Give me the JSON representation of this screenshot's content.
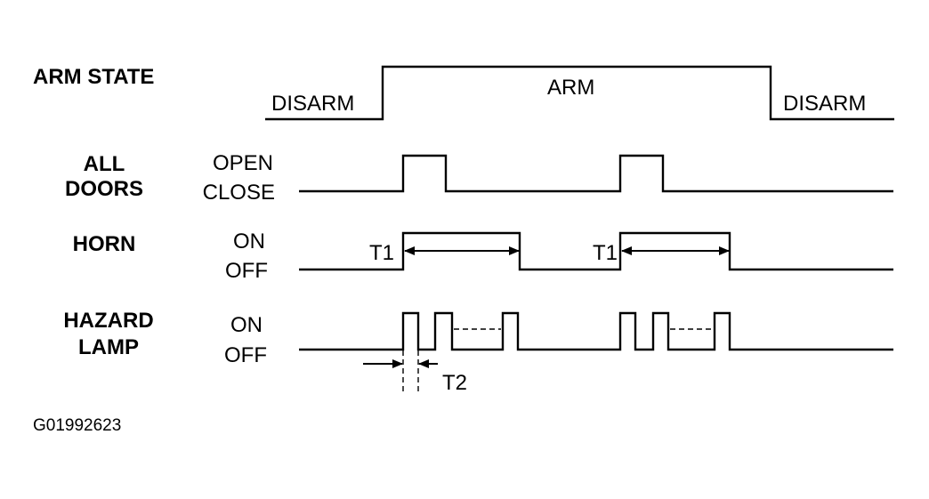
{
  "signals": {
    "arm_state": {
      "label": "ARM STATE",
      "left_state": "DISARM",
      "middle_state": "ARM",
      "right_state": "DISARM"
    },
    "all_doors": {
      "label_line1": "ALL",
      "label_line2": "DOORS",
      "high": "OPEN",
      "low": "CLOSE"
    },
    "horn": {
      "label": "HORN",
      "high": "ON",
      "low": "OFF",
      "interval_1": "T1",
      "interval_2": "T1"
    },
    "hazard_lamp": {
      "label_line1": "HAZARD",
      "label_line2": "LAMP",
      "high": "ON",
      "low": "OFF",
      "interval": "T2"
    }
  },
  "figure_id": "G01992623",
  "colors": {
    "ink": "#000000",
    "background": "#ffffff"
  }
}
